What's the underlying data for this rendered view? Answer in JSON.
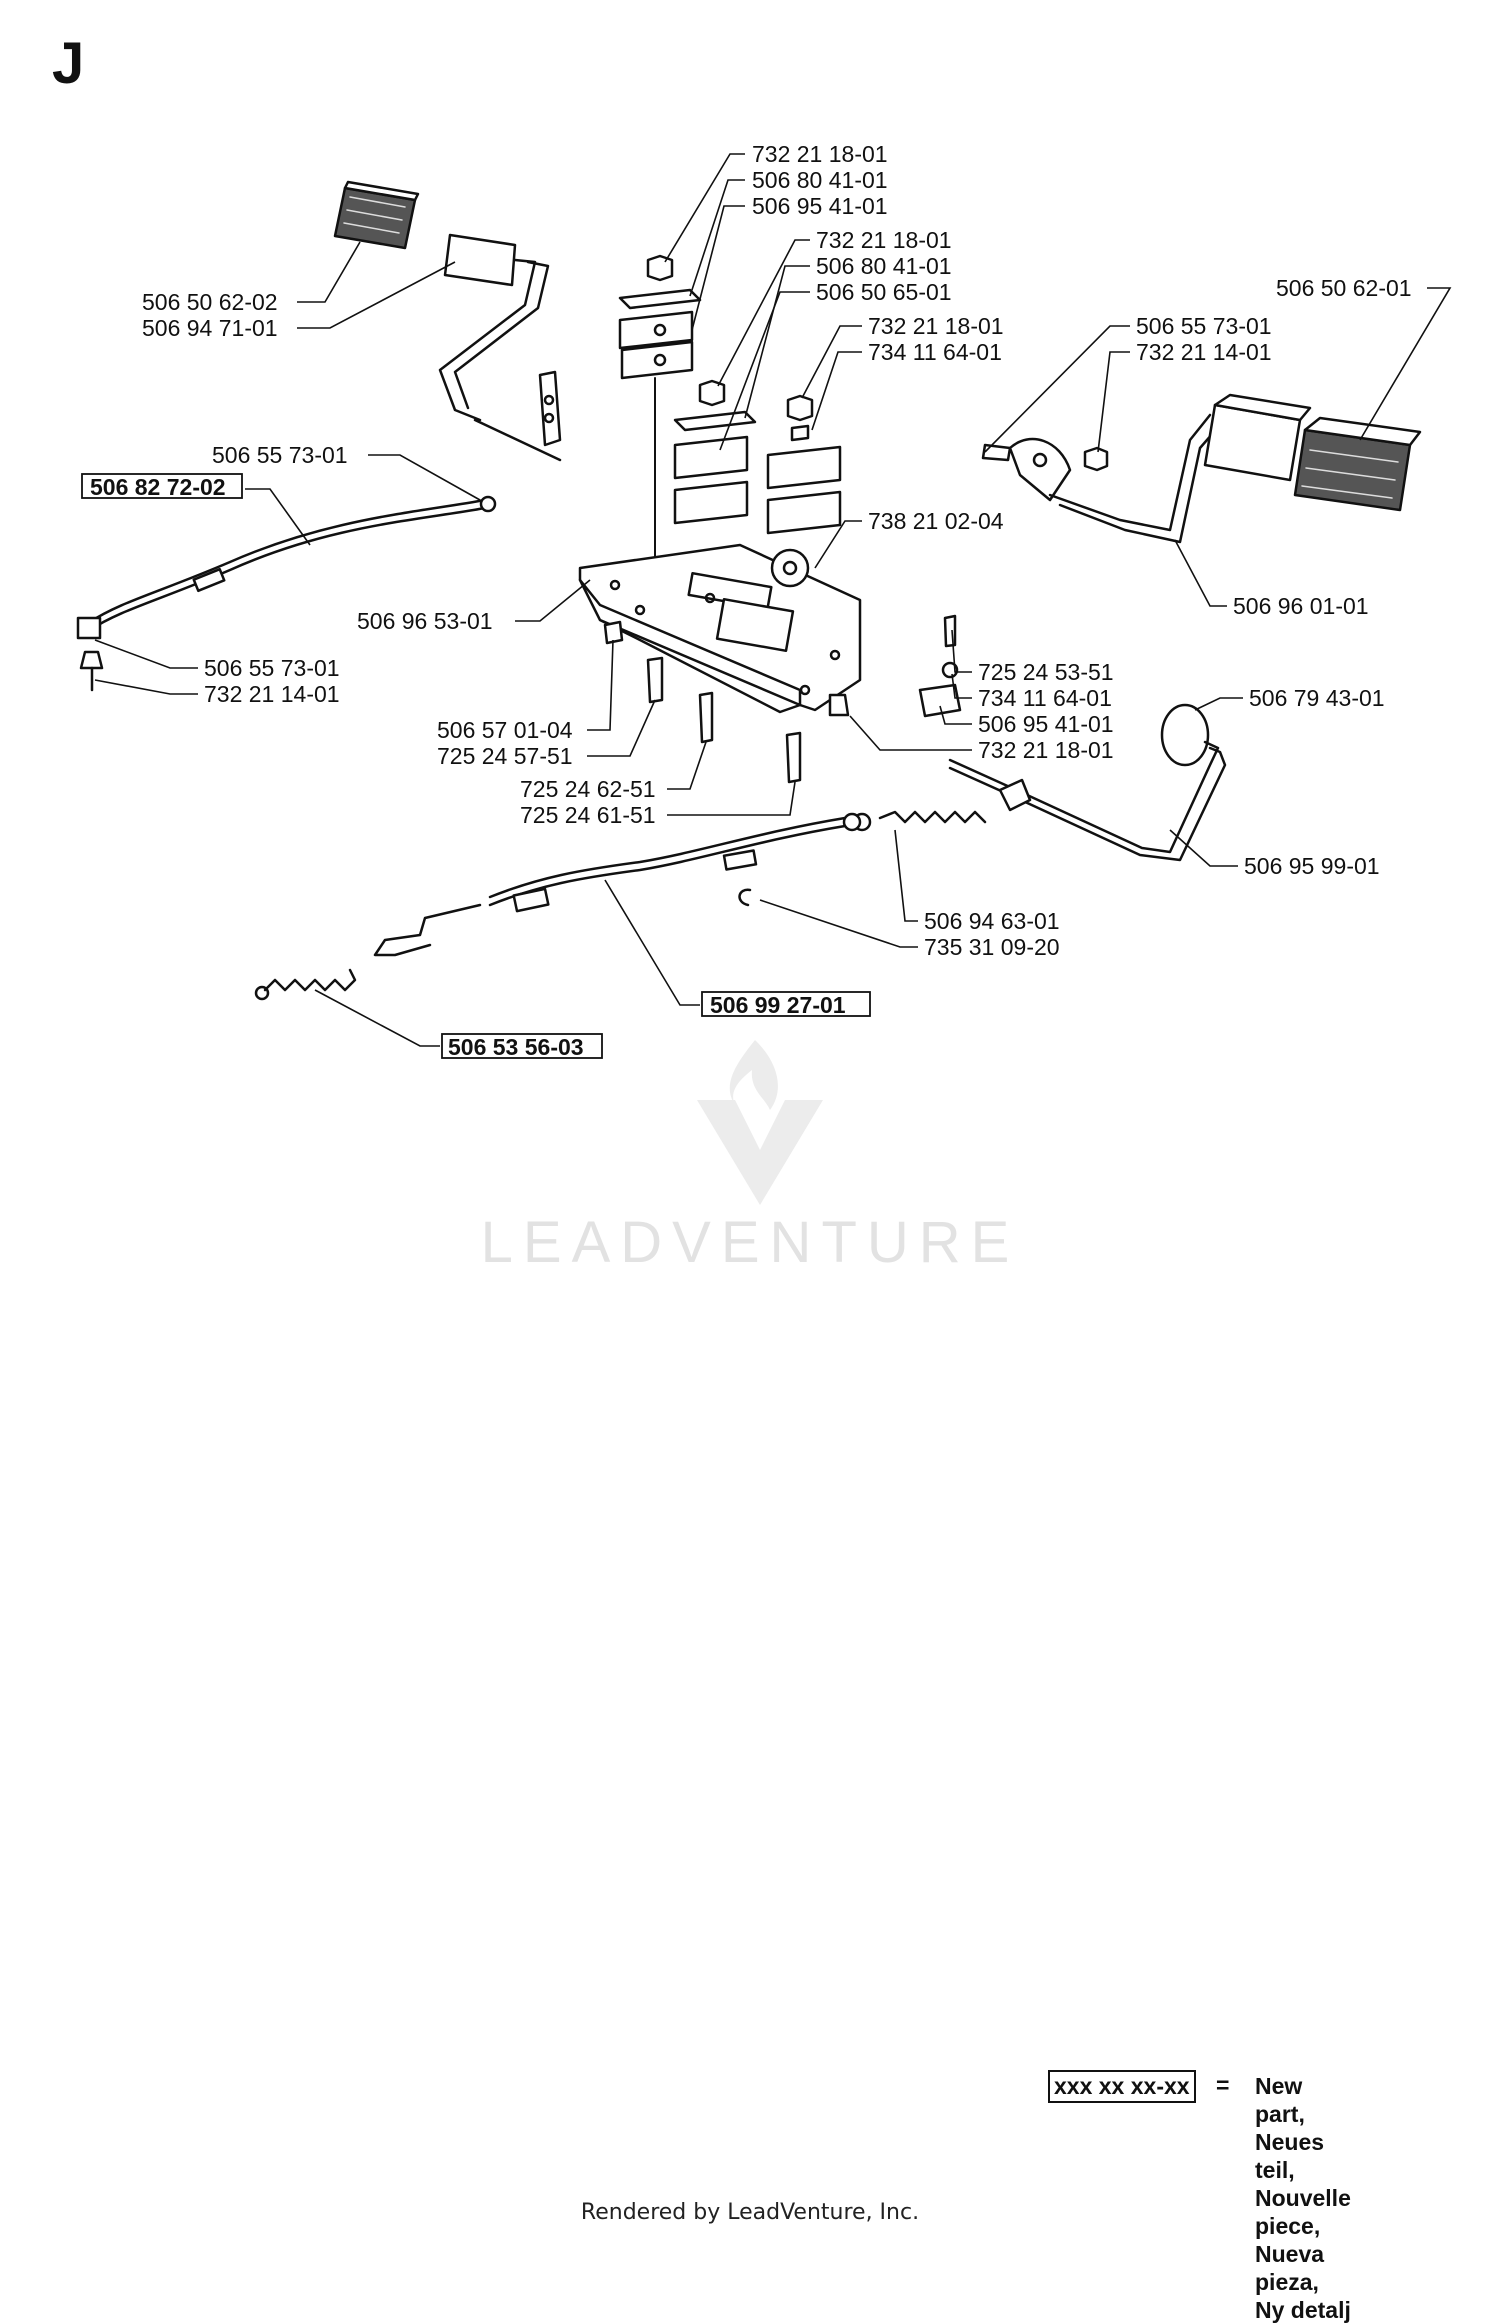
{
  "section_letter": "J",
  "callouts": [
    {
      "text": "732 21 18-01",
      "new": false
    },
    {
      "text": "506 80 41-01",
      "new": false
    },
    {
      "text": "506 95 41-01",
      "new": false
    },
    {
      "text": "732 21 18-01",
      "new": false
    },
    {
      "text": "506 80 41-01",
      "new": false
    },
    {
      "text": "506 50 65-01",
      "new": false
    },
    {
      "text": "732 21 18-01",
      "new": false
    },
    {
      "text": "734 11 64-01",
      "new": false
    },
    {
      "text": "506 50 62-02",
      "new": false
    },
    {
      "text": "506 94 71-01",
      "new": false
    },
    {
      "text": "506 55 73-01",
      "new": false
    },
    {
      "text": "506 82 72-02",
      "new": true
    },
    {
      "text": "506 96 53-01",
      "new": false
    },
    {
      "text": "506 55 73-01",
      "new": false
    },
    {
      "text": "732 21 14-01",
      "new": false
    },
    {
      "text": "506 57 01-04",
      "new": false
    },
    {
      "text": "725 24 57-51",
      "new": false
    },
    {
      "text": "725 24 62-51",
      "new": false
    },
    {
      "text": "725 24 61-51",
      "new": false
    },
    {
      "text": "738 21 02-04",
      "new": false
    },
    {
      "text": "506 50 62-01",
      "new": false
    },
    {
      "text": "506 55 73-01",
      "new": false
    },
    {
      "text": "732 21 14-01",
      "new": false
    },
    {
      "text": "506 96 01-01",
      "new": false
    },
    {
      "text": "725 24 53-51",
      "new": false
    },
    {
      "text": "734 11 64-01",
      "new": false
    },
    {
      "text": "506 95 41-01",
      "new": false
    },
    {
      "text": "732 21 18-01",
      "new": false
    },
    {
      "text": "506 79 43-01",
      "new": false
    },
    {
      "text": "506 95 99-01",
      "new": false
    },
    {
      "text": "506 94 63-01",
      "new": false
    },
    {
      "text": "735 31 09-20",
      "new": false
    },
    {
      "text": "506 99 27-01",
      "new": true
    },
    {
      "text": "506 53 56-03",
      "new": true
    }
  ],
  "watermark": "LEADVENTURE",
  "legend": {
    "code": "xxx xx xx-xx",
    "equals": "=",
    "lines": [
      "New part,",
      "Neues teil,",
      "Nouvelle piece,",
      "Nueva pieza,",
      "Ny detalj"
    ]
  },
  "footer": "Rendered by LeadVenture, Inc."
}
